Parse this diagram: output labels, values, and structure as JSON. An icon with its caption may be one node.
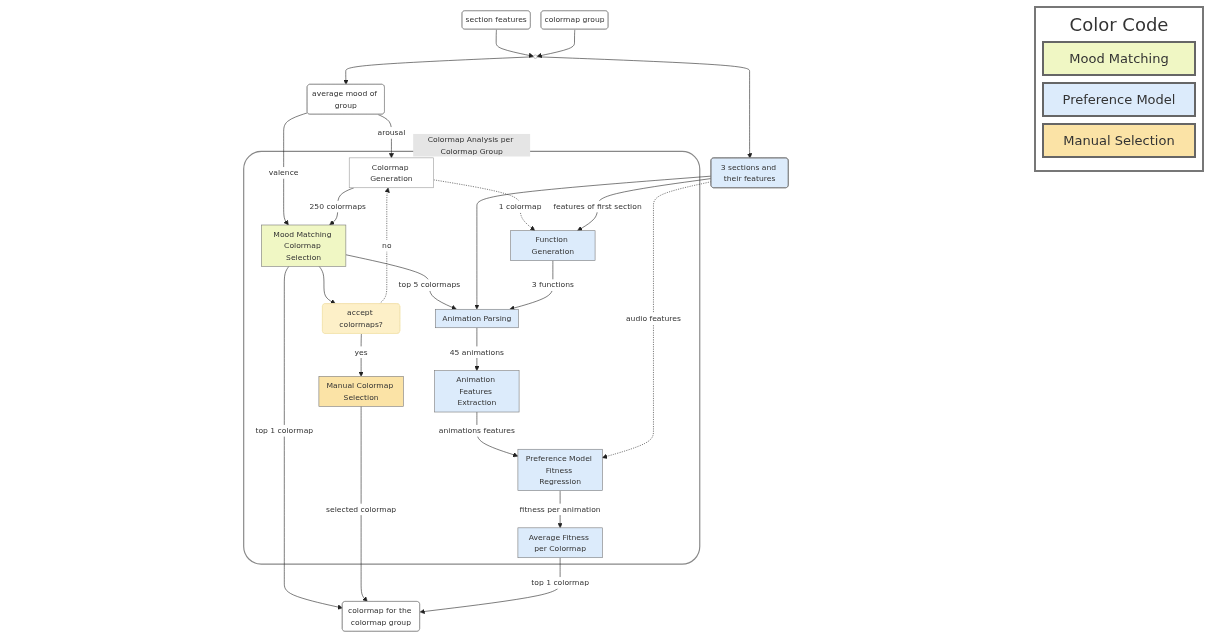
{
  "diagram": {
    "nodes": [
      {
        "text": [
          "section features"
        ]
      },
      {
        "text": [
          "colormap group"
        ]
      },
      {
        "text": [],
        "shape": "circle"
      },
      {
        "text": [
          "average mood of group"
        ]
      },
      {
        "text": [
          "3 sections and their features"
        ]
      },
      {
        "text": [
          "Colormap Analysis per Colormap Group"
        ]
      },
      {
        "text": [
          "Colormap Generation"
        ],
        "in": 5
      },
      {
        "text": [
          "Mood Matching Colormap Selection"
        ],
        "in": 5
      },
      {
        "text": [
          "accept colormaps?"
        ],
        "in": 5
      },
      {
        "text": [
          "Manual Colormap Selection"
        ],
        "in": 5
      },
      {
        "text": [
          "Animation Parsing"
        ],
        "in": 5
      },
      {
        "text": [
          "Function Generation"
        ],
        "in": 5
      },
      {
        "text": [
          "Animation Features Extraction"
        ],
        "in": 5
      },
      {
        "text": [
          "Preference Model Fitness Regression"
        ],
        "in": 5
      },
      {
        "text": [
          "Average Fitness per Colormap"
        ],
        "in": 5
      },
      {
        "text": [
          "colormap for the colormap group"
        ]
      }
    ],
    "edges": [
      {
        "from": 0,
        "to": 2,
        "arrow": "to"
      },
      {
        "from": 1,
        "to": 2,
        "arrow": "to"
      },
      {
        "from": 2,
        "to": 3,
        "arrow": "to"
      },
      {
        "from": 2,
        "to": 4,
        "arrow": "to"
      },
      {
        "from": 3,
        "to": 6,
        "arrow": "to",
        "label": "arousal"
      },
      {
        "from": 3,
        "to": 7,
        "arrow": "to",
        "label": "valence"
      },
      {
        "from": 6,
        "to": 7,
        "arrow": "to",
        "label": "250 colormaps"
      },
      {
        "from": 7,
        "to": 15,
        "arrow": "to",
        "label": "top 1 colormap"
      },
      {
        "from": 7,
        "to": 10,
        "arrow": "to",
        "label": "top 5 colormaps"
      },
      {
        "from": 7,
        "to": 8,
        "arrow": "to"
      },
      {
        "from": 8,
        "to": 6,
        "arrow": "to",
        "label": "no",
        "style": "dashed"
      },
      {
        "from": 8,
        "to": 9,
        "arrow": "to",
        "label": "yes"
      },
      {
        "from": 9,
        "to": 15,
        "arrow": "to",
        "label": "selected colormap"
      },
      {
        "from": 4,
        "to": 10,
        "arrow": "to"
      },
      {
        "from": 6,
        "to": 11,
        "arrow": "to",
        "label": "1 colormap",
        "style": "dashed"
      },
      {
        "from": 4,
        "to": 11,
        "arrow": "to",
        "label": "features of first section"
      },
      {
        "from": 11,
        "to": 10,
        "arrow": "to",
        "label": "3 functions"
      },
      {
        "from": 10,
        "to": 12,
        "arrow": "to",
        "label": "45 animations"
      },
      {
        "from": 12,
        "to": 13,
        "arrow": "to",
        "label": "animations features"
      },
      {
        "from": 4,
        "to": 13,
        "arrow": "to",
        "label": "audio features",
        "style": "dashed"
      },
      {
        "from": 13,
        "to": 14,
        "arrow": "to",
        "label": "fitness per animation"
      },
      {
        "from": 14,
        "to": 15,
        "arrow": "to",
        "label": "top 1 colormap"
      }
    ],
    "labels": [
      "Color Code"
    ],
    "legend": [
      {
        "text": "Mood Matching",
        "color": "#f0f7c4"
      },
      {
        "text": "Preference Model",
        "color": "#dcebfb"
      },
      {
        "text": "Manual Selection",
        "color": "#fbe3a6"
      }
    ]
  }
}
